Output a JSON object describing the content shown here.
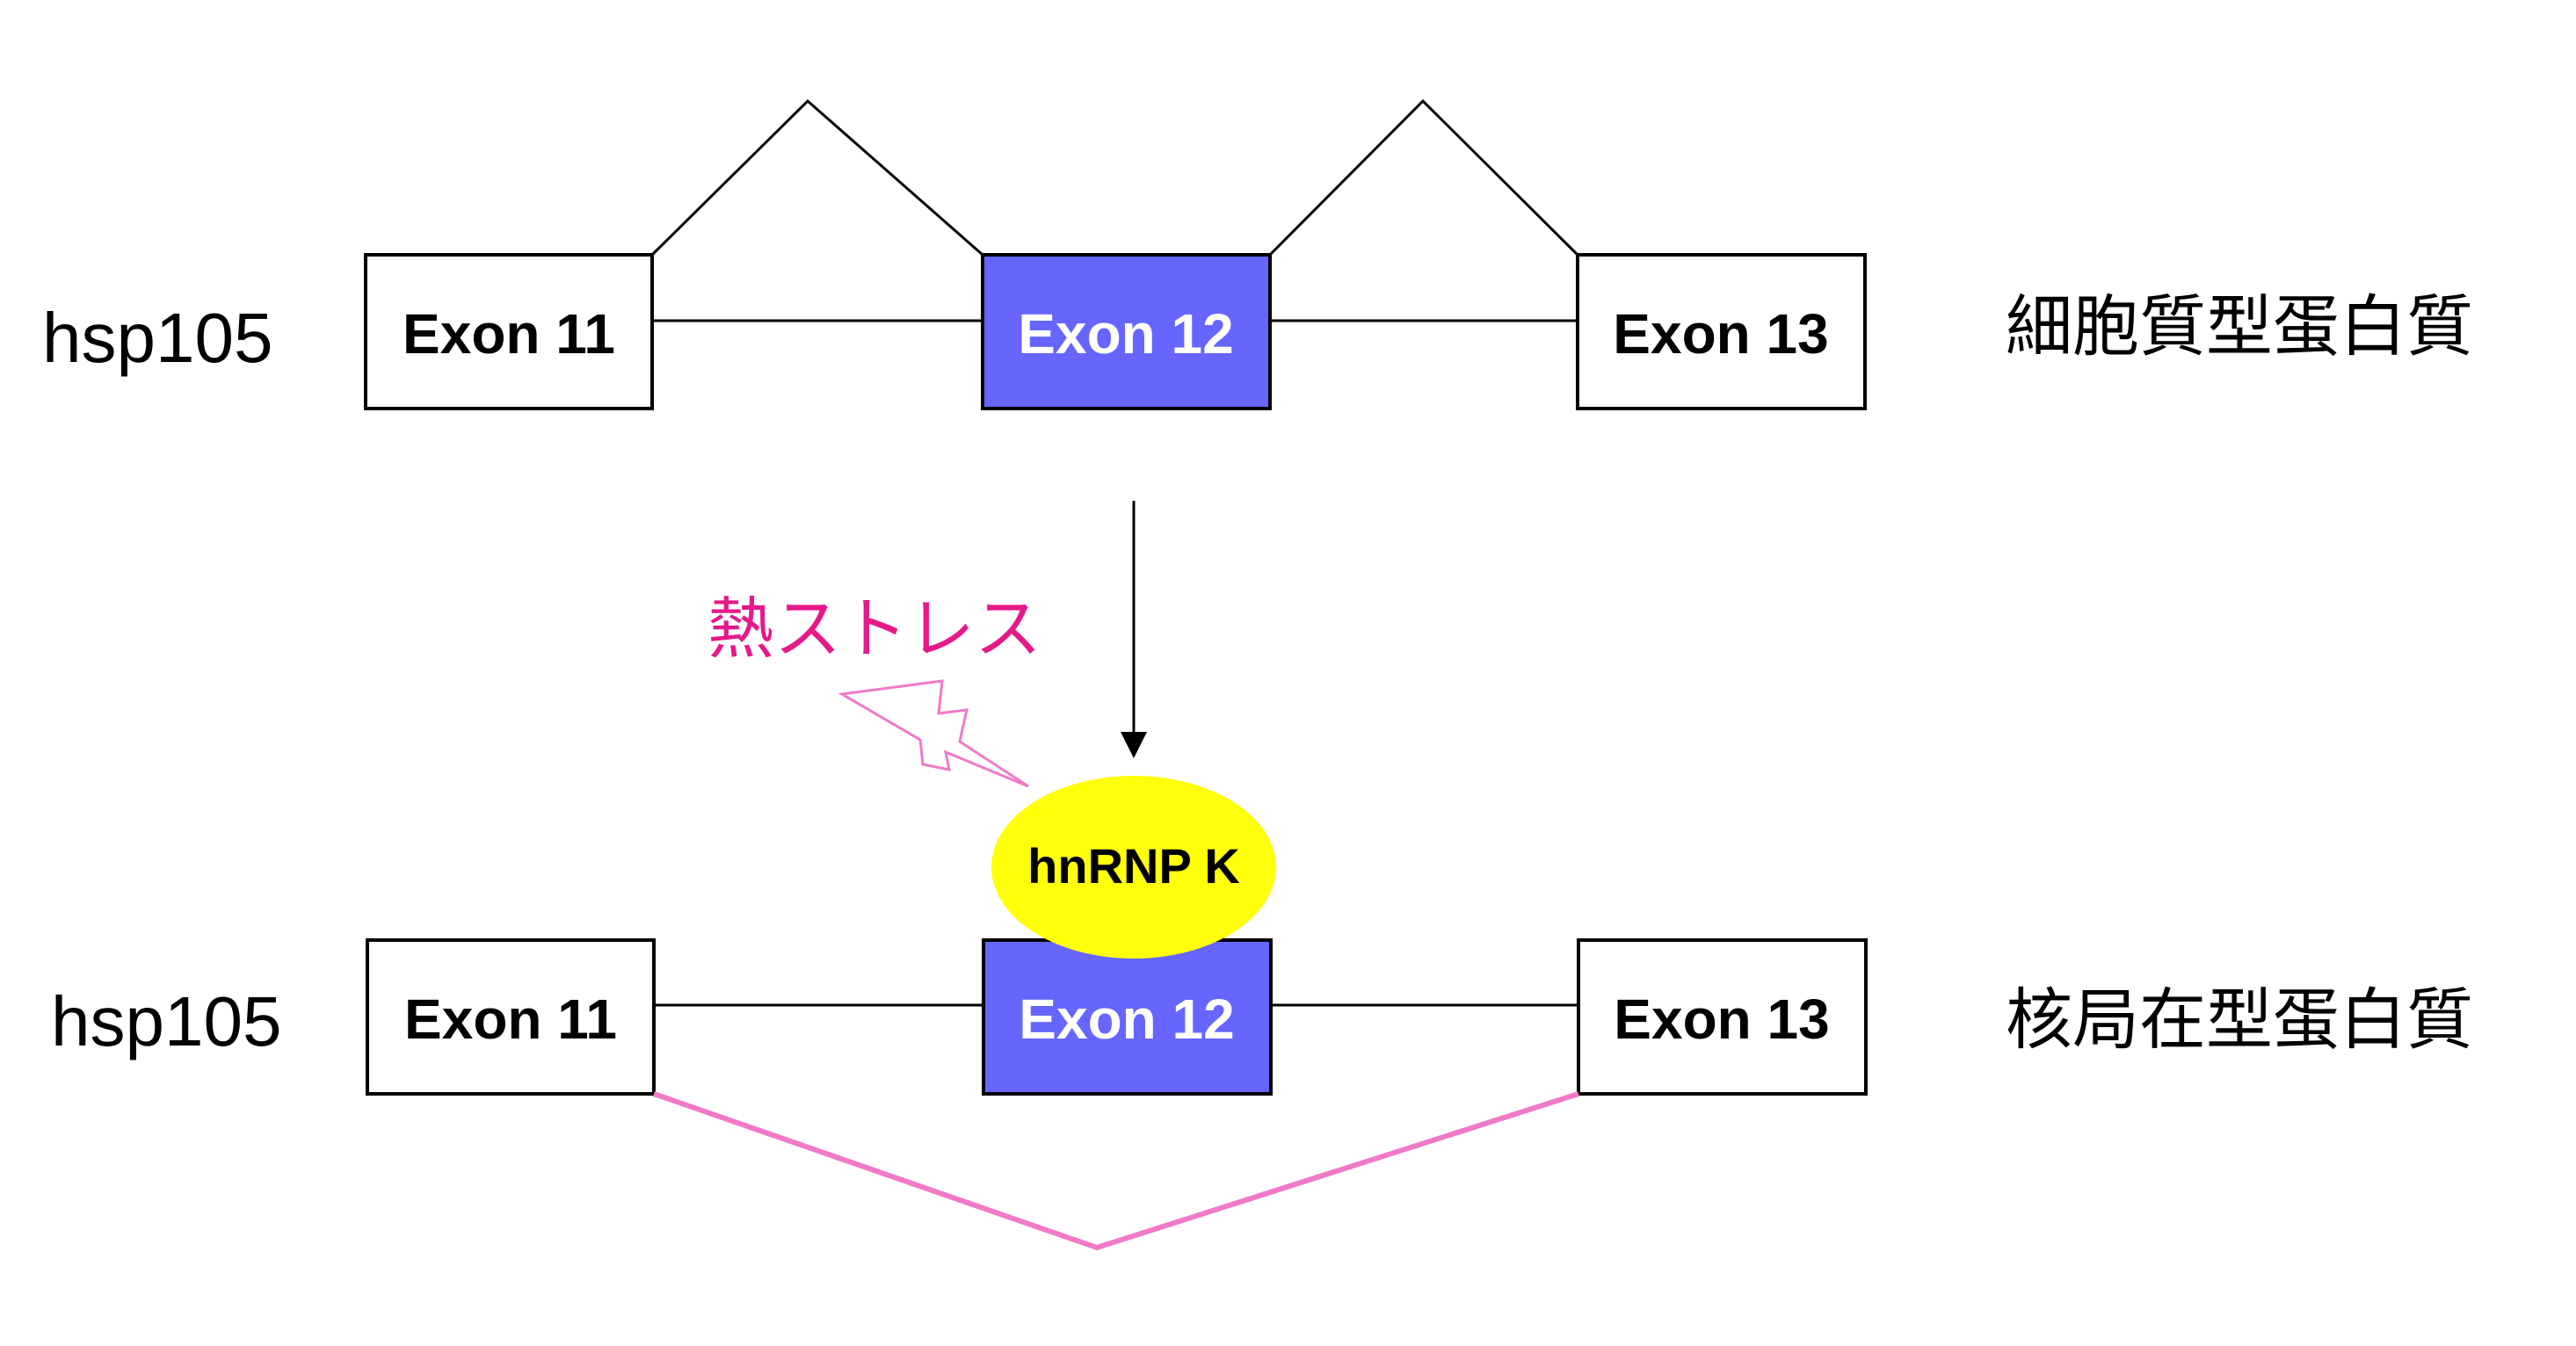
{
  "colors": {
    "exon_highlight": "#6666ff",
    "exon_plain": "#ffffff",
    "exon_text_on_highlight": "#ffffff",
    "exon_text_plain": "#000000",
    "stress": "#e6198a",
    "lightning": "#f07ac8",
    "skip_junction": "#f07ac8",
    "factor_fill": "#ffff0a"
  },
  "icons": {
    "stress_symbol": "lightning-bolt-icon"
  },
  "top": {
    "gene_label": "hsp105",
    "exons": [
      "Exon 11",
      "Exon 12",
      "Exon 13"
    ],
    "highlighted_exon_index": 1,
    "protein_label": "細胞質型蛋白質"
  },
  "stress": {
    "label": "熱ストレス"
  },
  "factor": {
    "label": "hnRNP K"
  },
  "bottom": {
    "gene_label": "hsp105",
    "exons": [
      "Exon 11",
      "Exon 12",
      "Exon 13"
    ],
    "highlighted_exon_index": 1,
    "protein_label": "核局在型蛋白質"
  }
}
